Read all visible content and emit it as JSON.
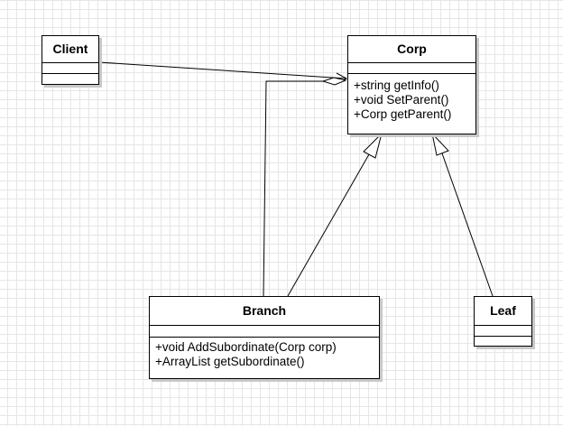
{
  "diagram": {
    "classes": {
      "client": {
        "name": "Client",
        "operations": []
      },
      "corp": {
        "name": "Corp",
        "operations": [
          "+string getInfo()",
          "+void SetParent()",
          "+Corp getParent()"
        ]
      },
      "branch": {
        "name": "Branch",
        "operations": [
          "+void AddSubordinate(Corp corp)",
          "+ArrayList getSubordinate()"
        ]
      },
      "leaf": {
        "name": "Leaf",
        "operations": []
      }
    },
    "relations": [
      {
        "from": "Client",
        "to": "Corp",
        "type": "association"
      },
      {
        "from": "Branch",
        "to": "Corp",
        "type": "aggregation"
      },
      {
        "from": "Branch",
        "to": "Corp",
        "type": "generalization"
      },
      {
        "from": "Leaf",
        "to": "Corp",
        "type": "generalization"
      }
    ]
  }
}
